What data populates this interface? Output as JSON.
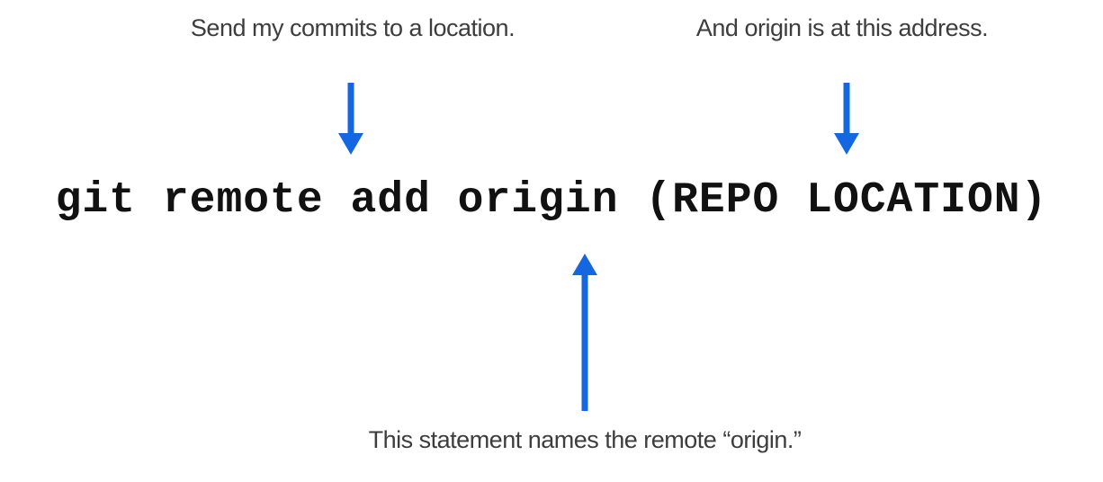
{
  "diagram": {
    "annotation_left": "Send my commits to a location.",
    "annotation_right": "And origin is at this address.",
    "command": "git remote add origin (REPO LOCATION)",
    "annotation_bottom": "This statement names the remote “origin.”",
    "arrow_color": "#1467e0",
    "text_color": "#3d3d3d",
    "command_color": "#111111"
  }
}
